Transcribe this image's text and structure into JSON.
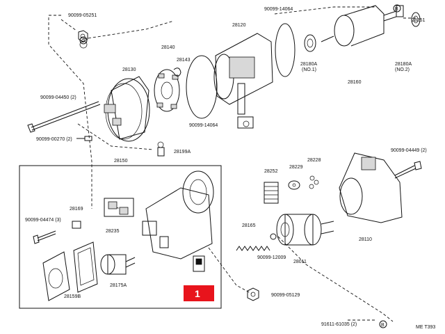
{
  "diagram": {
    "labels": {
      "p28251_top": "28251",
      "p90099_05251": "90099-05251",
      "p90099_14064_top": "90099-14064",
      "p28120": "28120",
      "p28140": "28140",
      "p28143": "28143",
      "p28130": "28130",
      "p90099_04450": "90099-04450 (2)",
      "p90099_00270": "90099-00270 (2)",
      "p90099_14064_mid": "90099-14064",
      "p28199A": "28199A",
      "p28150": "28150",
      "p28180A_1": "28180A",
      "p28180A_1_sub": "(NO.1)",
      "p28180A_2": "28180A",
      "p28180A_2_sub": "(NO.2)",
      "p28160": "28160",
      "p28252": "28252",
      "p28229": "28229",
      "p28228": "28228",
      "p90099_04449": "90099-04449 (2)",
      "p28110": "28110",
      "p28165": "28165",
      "p28011": "28011",
      "p90099_12009": "90099-12009",
      "p90099_04474": "90099-04474 (3)",
      "p28169": "28169",
      "p28235": "28235",
      "p28175A": "28175A",
      "p28159B": "28159B",
      "p90099_05129": "90099-05129",
      "p91611": "91611-61035 (2)",
      "circle_b": "B",
      "circle_c": "C",
      "circle_b2": "B",
      "watermark": "ME T393"
    },
    "badge": {
      "text": "1",
      "color": "#e8141c"
    }
  }
}
